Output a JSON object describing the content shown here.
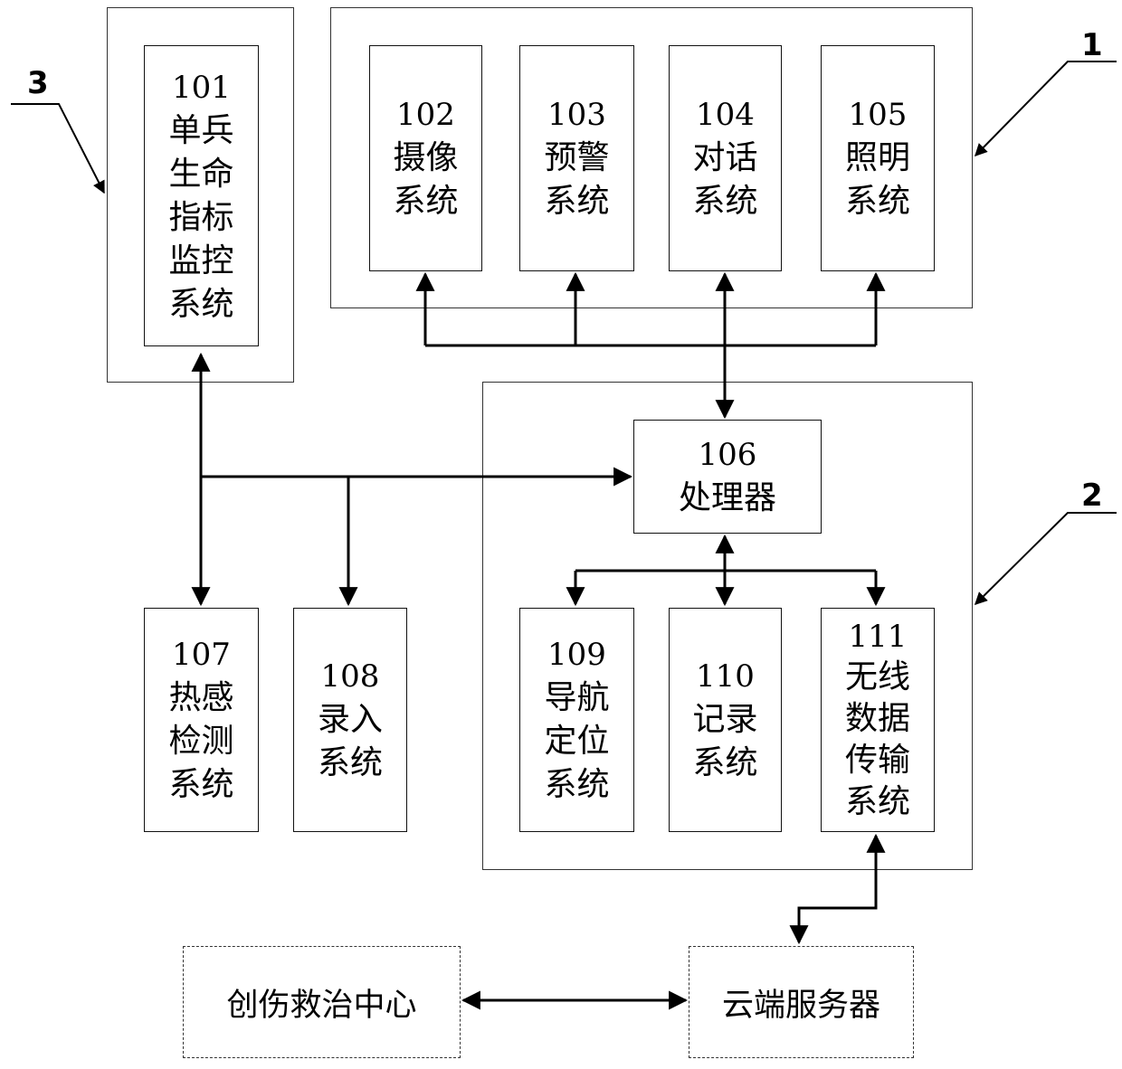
{
  "callouts": {
    "c1": "1",
    "c2": "2",
    "c3": "3"
  },
  "boxes": {
    "b101": {
      "code": "101",
      "label": "单兵生命指标监控系统"
    },
    "b102": {
      "code": "102",
      "label": "摄像系统"
    },
    "b103": {
      "code": "103",
      "label": "预警系统"
    },
    "b104": {
      "code": "104",
      "label": "对话系统"
    },
    "b105": {
      "code": "105",
      "label": "照明系统"
    },
    "b106": {
      "code": "106",
      "label": "处理器"
    },
    "b107": {
      "code": "107",
      "label": "热感检测系统"
    },
    "b108": {
      "code": "108",
      "label": "录入系统"
    },
    "b109": {
      "code": "109",
      "label": "导航定位系统"
    },
    "b110": {
      "code": "110",
      "label": "记录系统"
    },
    "b111": {
      "code": "111",
      "label": "无线数据传输系统"
    }
  },
  "external": {
    "trauma_center": "创伤救治中心",
    "cloud_server": "云端服务器"
  }
}
